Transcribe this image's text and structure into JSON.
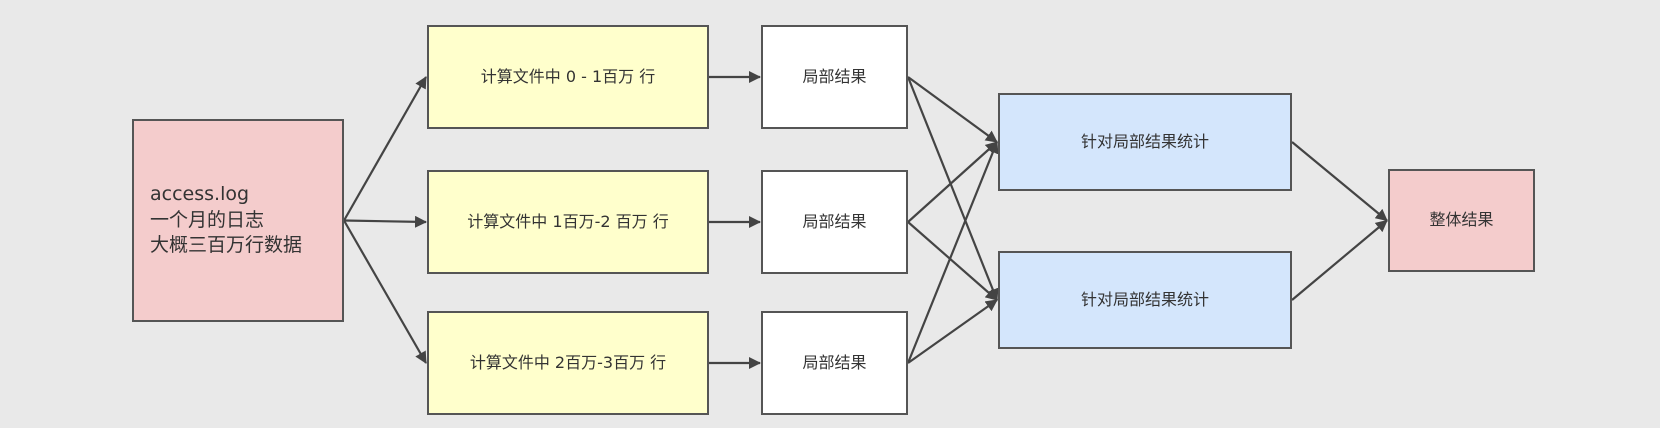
{
  "colors": {
    "background": "#e9e9e9",
    "source": "#f4cccc",
    "split": "#ffffcc",
    "partial": "#ffffff",
    "aggregate": "#d4e6fc",
    "final": "#f4cccc",
    "border": "#555555",
    "edge": "#444444"
  },
  "nodes": {
    "source": {
      "lines": [
        "access.log",
        "一个月的日志",
        "大概三百万行数据"
      ]
    },
    "split1": {
      "label": "计算文件中 0 - 1百万 行"
    },
    "split2": {
      "label": "计算文件中 1百万-2 百万 行"
    },
    "split3": {
      "label": "计算文件中 2百万-3百万 行"
    },
    "partial1": {
      "label": "局部结果"
    },
    "partial2": {
      "label": "局部结果"
    },
    "partial3": {
      "label": "局部结果"
    },
    "aggregate1": {
      "label": "针对局部结果统计"
    },
    "aggregate2": {
      "label": "针对局部结果统计"
    },
    "final": {
      "label": "整体结果"
    }
  },
  "edges": [
    [
      "source",
      "split1"
    ],
    [
      "source",
      "split2"
    ],
    [
      "source",
      "split3"
    ],
    [
      "split1",
      "partial1"
    ],
    [
      "split2",
      "partial2"
    ],
    [
      "split3",
      "partial3"
    ],
    [
      "partial1",
      "aggregate1"
    ],
    [
      "partial1",
      "aggregate2"
    ],
    [
      "partial2",
      "aggregate1"
    ],
    [
      "partial2",
      "aggregate2"
    ],
    [
      "partial3",
      "aggregate1"
    ],
    [
      "partial3",
      "aggregate2"
    ],
    [
      "aggregate1",
      "final"
    ],
    [
      "aggregate2",
      "final"
    ]
  ]
}
